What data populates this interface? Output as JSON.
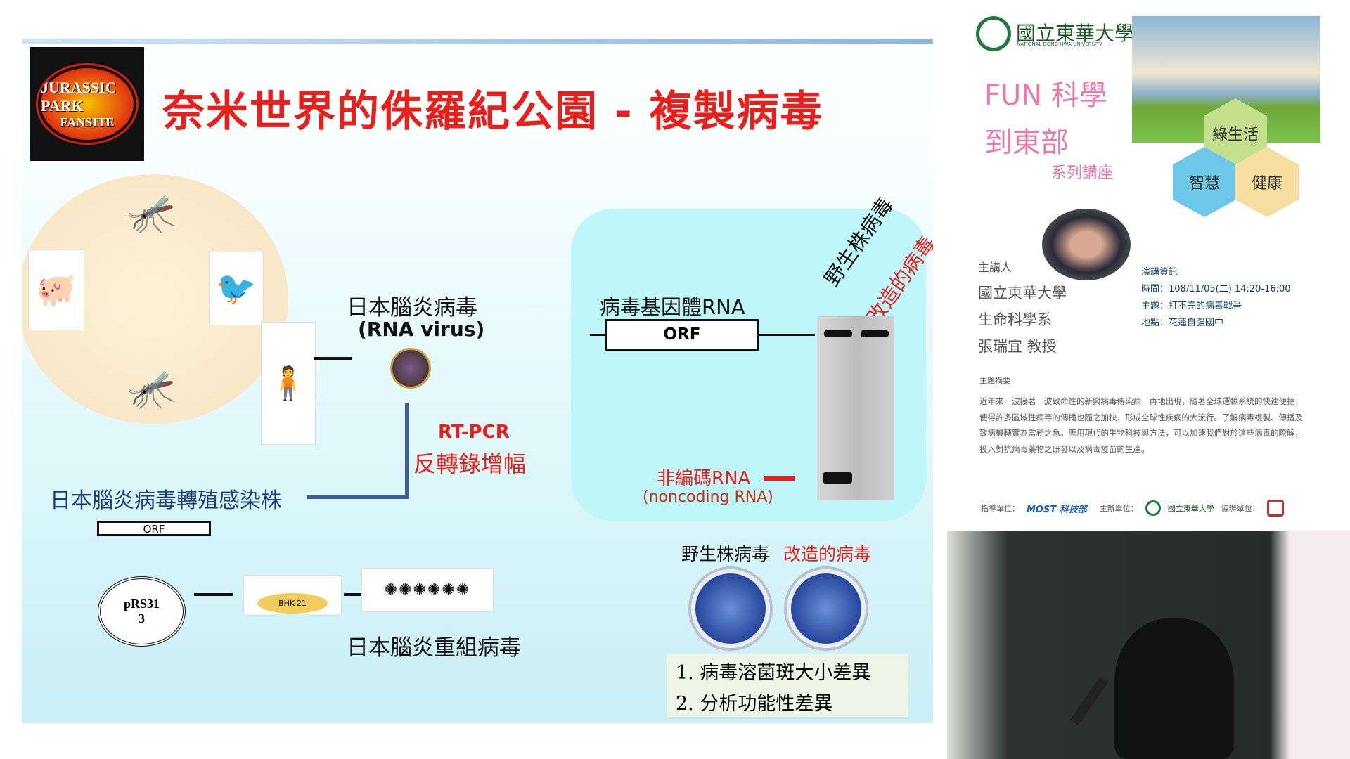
{
  "slide": {
    "logo_text": [
      "JURASSIC PARK",
      "FANSITE"
    ],
    "title": "奈米世界的侏羅紀公園 - 複製病毒",
    "virus_name": "日本腦炎病毒",
    "virus_type": "(RNA virus)",
    "rtpcr": "RT-PCR",
    "rtpcr_zh": "反轉錄增幅",
    "clone_label": "日本腦炎病毒轉殖感染株",
    "orf": "ORF",
    "plasmid": "pRS31\n3",
    "cell_line": "BHK-21",
    "recombinant": "日本腦炎重組病毒",
    "genome_rna": "病毒基因體RNA",
    "lane_wild": "野生株病毒",
    "lane_modified": "改造的病毒",
    "ncrna": "非編碼RNA",
    "ncrna_en": "(noncoding RNA)",
    "plaque_wild": "野生株病毒",
    "plaque_modified": "改造的病毒",
    "points": [
      "1. 病毒溶菌斑大小差異",
      "2. 分析功能性差異"
    ]
  },
  "poster": {
    "university": "國立東華大學",
    "university_en": "NATIONAL DONG HWA UNIVERSITY",
    "headline1": "FUN 科學",
    "headline2": "到東部",
    "series": "系列講座",
    "hexes": [
      "綠生活",
      "智慧",
      "健康"
    ],
    "speaker_label": "主講人",
    "speaker_lines": [
      "國立東華大學",
      "生命科學系",
      "張瑞宜 教授"
    ],
    "info_title": "演講資訊",
    "info_lines": [
      "時間：108/11/05(二)  14:20-16:00",
      "主題：打不完的病毒戰爭",
      "地點：花蓮自強國中"
    ],
    "abstract_title": "主題摘要",
    "abstract": "近年來一波接著一波致命性的新興病毒傳染病一再地出現，隨著全球運輸系統的快速便捷，使得許多區域性病毒的傳播也隨之加快，形成全球性疾病的大流行。了解病毒複製、傳播及致病機轉實為當務之急。應用現代的生物科技與方法，可以加速我們對於這些病毒的瞭解，投入對抗病毒藥物之研發以及病毒疫苗的生產。",
    "guide_label": "指導單位：",
    "most": "MOST 科技部",
    "host_label": "主辦單位：",
    "co_label": "協辦單位："
  }
}
